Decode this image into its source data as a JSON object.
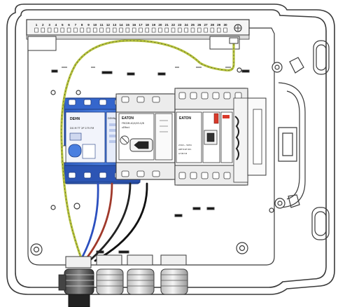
{
  "terminal_strip": {
    "numbers": [
      "1",
      "2",
      "3",
      "4",
      "5",
      "6",
      "7",
      "8",
      "9",
      "10",
      "11",
      "12",
      "13",
      "14",
      "15",
      "16",
      "17",
      "18",
      "19",
      "20",
      "21",
      "22",
      "23",
      "24",
      "25",
      "26",
      "27",
      "28",
      "29",
      "30"
    ]
  },
  "devices": {
    "spd": {
      "brand": "DEHN",
      "model": "DG M TT 2P 275 FM",
      "side_label": "DEHNguard",
      "body_color": "#3b6fd0",
      "base_color": "#2c55b4"
    },
    "rcbo": {
      "brand": "EATON",
      "type_text": "FRCDM-40/4/03-G/B",
      "sub_text": "xEffect"
    },
    "mcb": {
      "brand": "EATON",
      "rating_text": "230V~ 50Hz",
      "sub_text": "ARTICLE NO.",
      "code_text": "A7/N7-B"
    }
  },
  "wires": {
    "earth_color": "#b5c23a",
    "phase_colors": [
      "#2b4fbf",
      "#a0392b",
      "#222222",
      "#111111"
    ]
  },
  "colors": {
    "enclosure_line": "#3a3a3a",
    "accent_red": "#d93a2b"
  }
}
